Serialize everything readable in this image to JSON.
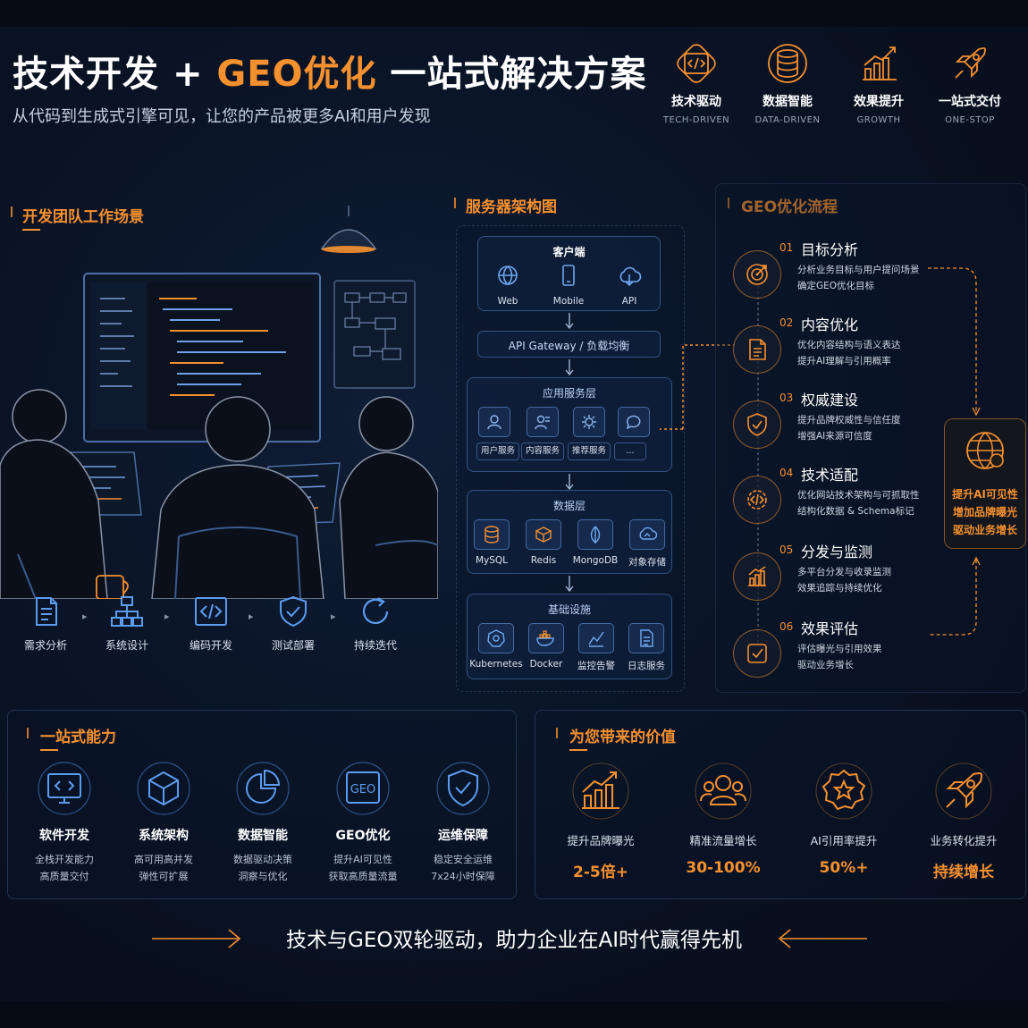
{
  "header": {
    "title_part1": "技术开发",
    "title_plus": "+",
    "title_part2": "GEO优化",
    "title_part3": "一站式解决方案",
    "subtitle": "从代码到生成式引擎可见，让您的产品被更多AI和用户发现",
    "features": [
      {
        "label": "技术驱动",
        "sub": "TECH-DRIVEN",
        "icon": "code-icon"
      },
      {
        "label": "数据智能",
        "sub": "DATA-DRIVEN",
        "icon": "database-icon"
      },
      {
        "label": "效果提升",
        "sub": "GROWTH",
        "icon": "growth-chart-icon"
      },
      {
        "label": "一站式交付",
        "sub": "ONE-STOP",
        "icon": "rocket-icon"
      }
    ]
  },
  "dev": {
    "title": "开发团队工作场景",
    "steps": [
      {
        "label": "需求分析",
        "icon": "document-icon"
      },
      {
        "label": "系统设计",
        "icon": "hierarchy-icon"
      },
      {
        "label": "编码开发",
        "icon": "code-icon"
      },
      {
        "label": "测试部署",
        "icon": "shield-check-icon"
      },
      {
        "label": "持续迭代",
        "icon": "cycle-icon"
      }
    ]
  },
  "arch": {
    "title": "服务器架构图",
    "client": {
      "title": "客户端",
      "items": [
        "Web",
        "Mobile",
        "API"
      ]
    },
    "gateway": "API Gateway / 负载均衡",
    "app": {
      "title": "应用服务层",
      "items": [
        "用户服务",
        "内容服务",
        "推荐服务",
        "..."
      ]
    },
    "data": {
      "title": "数据层",
      "items": [
        "MySQL",
        "Redis",
        "MongoDB",
        "对象存储"
      ]
    },
    "infra": {
      "title": "基础设施",
      "items": [
        "Kubernetes",
        "Docker",
        "监控告警",
        "日志服务"
      ]
    }
  },
  "geo": {
    "title": "GEO优化流程",
    "steps": [
      {
        "num": "01",
        "title": "目标分析",
        "d1": "分析业务目标与用户提问场景",
        "d2": "确定GEO优化目标",
        "icon": "target-icon"
      },
      {
        "num": "02",
        "title": "内容优化",
        "d1": "优化内容结构与语义表达",
        "d2": "提升AI理解与引用概率",
        "icon": "document-icon"
      },
      {
        "num": "03",
        "title": "权威建设",
        "d1": "提升品牌权威性与信任度",
        "d2": "增强AI来源可信度",
        "icon": "shield-check-icon"
      },
      {
        "num": "04",
        "title": "技术适配",
        "d1": "优化网站技术架构与可抓取性",
        "d2": "结构化数据 & Schema标记",
        "icon": "code-gear-icon"
      },
      {
        "num": "05",
        "title": "分发与监测",
        "d1": "多平台分发与收录监测",
        "d2": "效果追踪与持续优化",
        "icon": "bar-chart-icon"
      },
      {
        "num": "06",
        "title": "效果评估",
        "d1": "评估曝光与引用效果",
        "d2": "驱动业务增长",
        "icon": "checkbox-icon"
      }
    ],
    "side": [
      "提升AI可见性",
      "增加品牌曝光",
      "驱动业务增长"
    ]
  },
  "capability": {
    "title": "一站式能力",
    "items": [
      {
        "label": "软件开发",
        "d1": "全栈开发能力",
        "d2": "高质量交付",
        "icon": "monitor-code-icon"
      },
      {
        "label": "系统架构",
        "d1": "高可用高并发",
        "d2": "弹性可扩展",
        "icon": "cube-icon"
      },
      {
        "label": "数据智能",
        "d1": "数据驱动决策",
        "d2": "洞察与优化",
        "icon": "pie-chart-icon"
      },
      {
        "label": "GEO优化",
        "d1": "提升AI可见性",
        "d2": "获取高质量流量",
        "icon": "geo-icon"
      },
      {
        "label": "运维保障",
        "d1": "稳定安全运维",
        "d2": "7x24小时保障",
        "icon": "shield-check-icon"
      }
    ]
  },
  "value": {
    "title": "为您带来的价值",
    "items": [
      {
        "label": "提升品牌曝光",
        "num": "2-5倍+",
        "icon": "growth-chart-icon"
      },
      {
        "label": "精准流量增长",
        "num": "30-100%",
        "icon": "users-icon"
      },
      {
        "label": "AI引用率提升",
        "num": "50%+",
        "icon": "star-badge-icon"
      },
      {
        "label": "业务转化提升",
        "num": "持续增长",
        "icon": "rocket-icon"
      }
    ]
  },
  "footer": "技术与GEO双轮驱动，助力企业在AI时代赢得先机",
  "colors": {
    "accent": "#f5902e",
    "background": "#0a1426",
    "panel_border": "#3f5a85",
    "text": "#ffffff"
  }
}
